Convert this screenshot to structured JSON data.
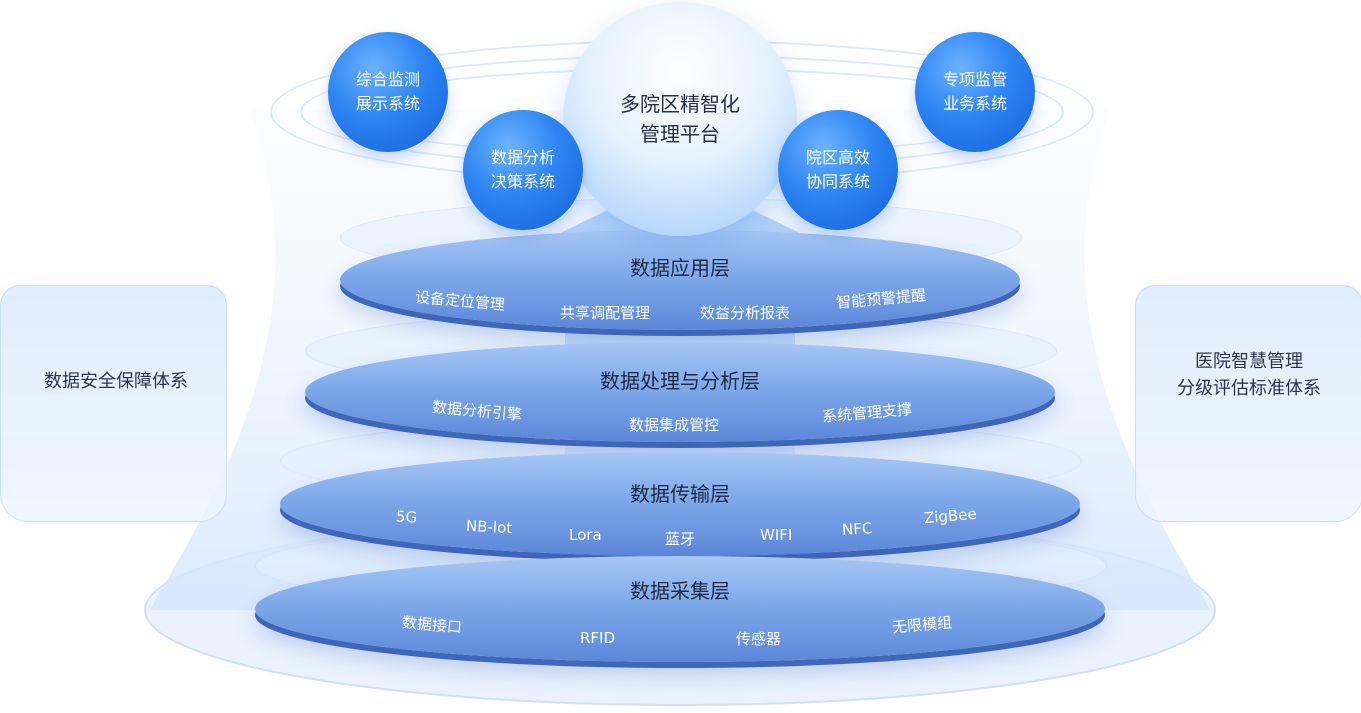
{
  "platform": {
    "title_line1": "多院区精智化",
    "title_line2": "管理平台"
  },
  "systems": [
    {
      "line1": "综合监测",
      "line2": "展示系统"
    },
    {
      "line1": "数据分析",
      "line2": "决策系统"
    },
    {
      "line1": "院区高效",
      "line2": "协同系统"
    },
    {
      "line1": "专项监管",
      "line2": "业务系统"
    }
  ],
  "left_panel": {
    "text": "数据安全保障体系"
  },
  "right_panel": {
    "line1": "医院智慧管理",
    "line2": "分级评估标准体系"
  },
  "layers": [
    {
      "title": "数据应用层",
      "items": [
        "设备定位管理",
        "共享调配管理",
        "效益分析报表",
        "智能预警提醒"
      ]
    },
    {
      "title": "数据处理与分析层",
      "items": [
        "数据分析引擎",
        "数据集成管控",
        "系统管理支撑"
      ]
    },
    {
      "title": "数据传输层",
      "items": [
        "5G",
        "NB-lot",
        "Lora",
        "蓝牙",
        "WIFI",
        "NFC",
        "ZigBee"
      ]
    },
    {
      "title": "数据采集层",
      "items": [
        "数据接口",
        "RFID",
        "传感器",
        "无限模组"
      ]
    }
  ],
  "colors": {
    "accent": "#2c84f2",
    "layer": "#7ea9ea",
    "text": "#1f2a45"
  }
}
